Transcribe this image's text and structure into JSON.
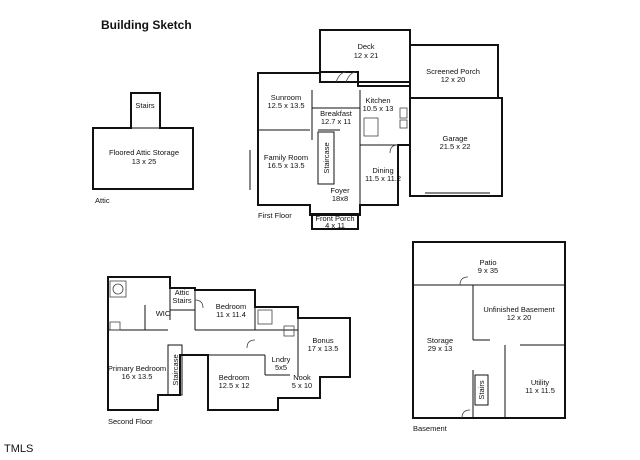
{
  "title": "Building Sketch",
  "watermark": "TMLS",
  "floors": {
    "attic": {
      "caption": "Attic",
      "rooms": [
        {
          "name": "Stairs",
          "dims": ""
        },
        {
          "name": "Floored Attic Storage",
          "dims": "13 x 25"
        }
      ]
    },
    "first": {
      "caption": "First Floor",
      "rooms": [
        {
          "name": "Deck",
          "dims": "12 x 21"
        },
        {
          "name": "Screened Porch",
          "dims": "12 x 20"
        },
        {
          "name": "Sunroom",
          "dims": "12.5 x 13.5"
        },
        {
          "name": "Breakfast",
          "dims": "12.7 x 11"
        },
        {
          "name": "Kitchen",
          "dims": "10.5 x 13"
        },
        {
          "name": "Garage",
          "dims": "21.5 x 22"
        },
        {
          "name": "Family Room",
          "dims": "16.5 x 13.5"
        },
        {
          "name": "Staircase",
          "dims": ""
        },
        {
          "name": "Dining",
          "dims": "11.5 x 11.2"
        },
        {
          "name": "Foyer",
          "dims": "18x8"
        },
        {
          "name": "Front Porch",
          "dims": "4 x 11"
        }
      ]
    },
    "second": {
      "caption": "Second Floor",
      "rooms": [
        {
          "name": "Attic",
          "dims": "Stairs"
        },
        {
          "name": "Bedroom",
          "dims": "11 x 11.4"
        },
        {
          "name": "WIC",
          "dims": ""
        },
        {
          "name": "Bonus",
          "dims": "17 x 13.5"
        },
        {
          "name": "Primary Bedroom",
          "dims": "16 x 13.5"
        },
        {
          "name": "Lndry",
          "dims": "5x5"
        },
        {
          "name": "Staircase",
          "dims": ""
        },
        {
          "name": "Bedroom",
          "dims": "12.5 x 12"
        },
        {
          "name": "Nook",
          "dims": "5 x 10"
        }
      ]
    },
    "basement": {
      "caption": "Basement",
      "rooms": [
        {
          "name": "Patio",
          "dims": "9 x 35"
        },
        {
          "name": "Unfinished Basement",
          "dims": "12 x 20"
        },
        {
          "name": "Storage",
          "dims": "29 x 13"
        },
        {
          "name": "Stairs",
          "dims": ""
        },
        {
          "name": "Utility",
          "dims": "11 x 11.5"
        }
      ]
    }
  }
}
